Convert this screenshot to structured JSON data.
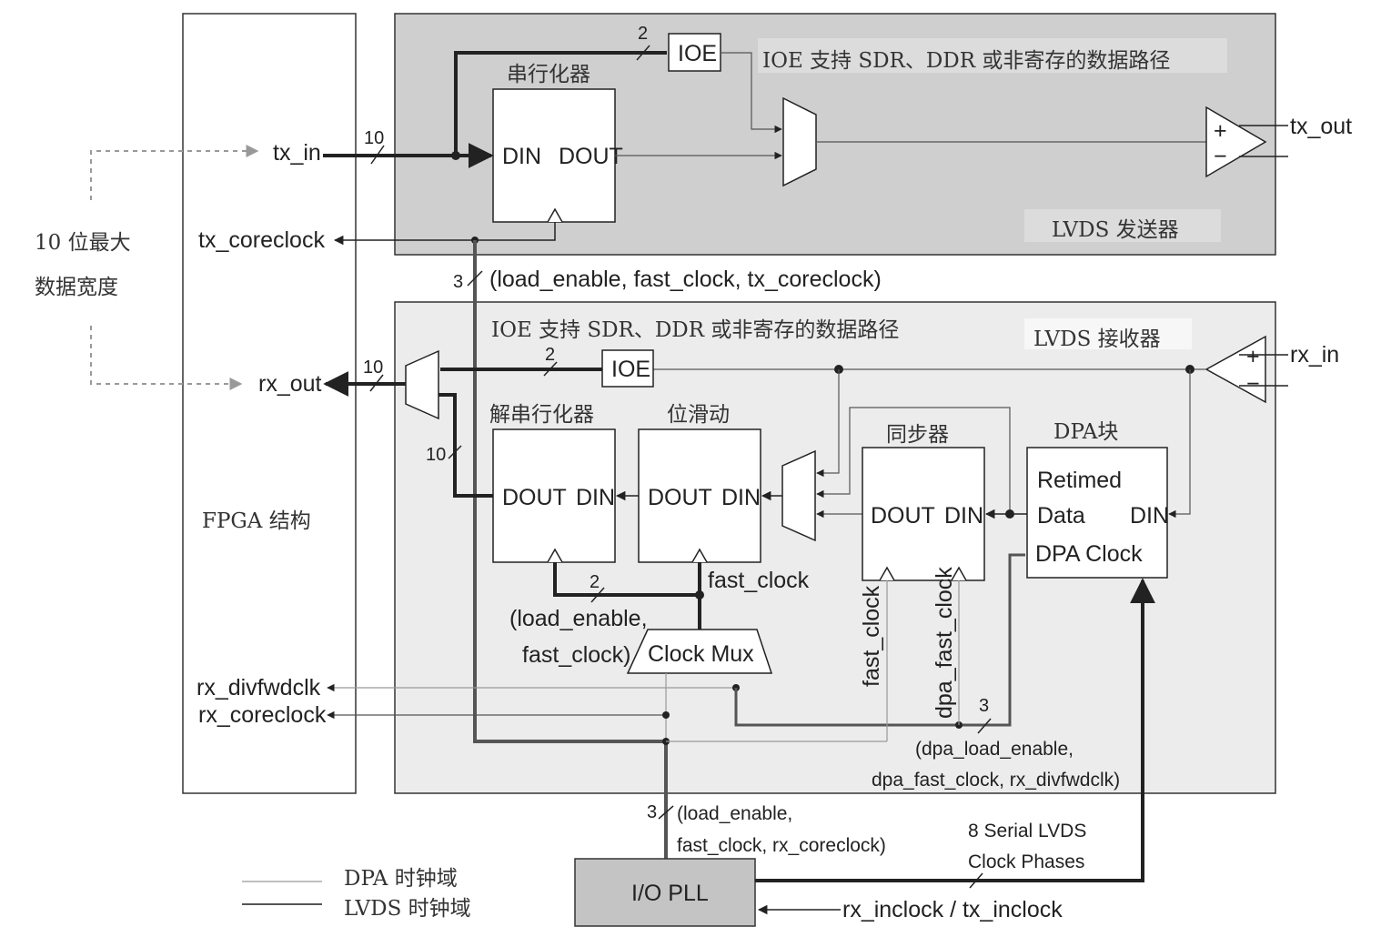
{
  "fpga": {
    "label": "FPGA 结构"
  },
  "width_note": {
    "line1": "10 位最大",
    "line2": "数据宽度"
  },
  "tx": {
    "title": "LVDS 发送器",
    "ioe_note": "IOE 支持 SDR、DDR 或非寄存的数据路径",
    "serializer": "串行化器",
    "ioe": "IOE",
    "din": "DIN",
    "dout": "DOUT",
    "tx_in": "tx_in",
    "tx_coreclock": "tx_coreclock",
    "tx_out": "tx_out",
    "bus_in": "10",
    "bus_ioe": "2",
    "bus_clk": "3",
    "clk_signals": "(load_enable, fast_clock, tx_coreclock)"
  },
  "rx": {
    "title": "LVDS 接收器",
    "ioe_note": "IOE 支持 SDR、DDR 或非寄存的数据路径",
    "ioe": "IOE",
    "deserializer": "解串行化器",
    "bitslip": "位滑动",
    "sync": "同步器",
    "dpa": "DPA块",
    "dout": "DOUT",
    "din": "DIN",
    "retimed": "Retimed",
    "data": "Data",
    "dpa_clock": "DPA Clock",
    "rx_out": "rx_out",
    "rx_in": "rx_in",
    "rx_divfwdclk": "rx_divfwdclk",
    "rx_coreclock": "rx_coreclock",
    "clock_mux": "Clock Mux",
    "fast_clock": "fast_clock",
    "fast_clock_v": "fast_clock",
    "dpa_fast_clock_v": "dpa_fast_clock",
    "load_enable_1": "(load_enable,",
    "load_enable_2": "fast_clock)",
    "bus_out": "10",
    "bus_ioe": "2",
    "bus_des": "10",
    "bus_mux": "2",
    "bus_dpa": "3",
    "dpa_signals_1": "(dpa_load_enable,",
    "dpa_signals_2": "dpa_fast_clock, rx_divfwdclk)"
  },
  "pll": {
    "label": "I/O PLL",
    "bus": "3",
    "signals_1": "(load_enable,",
    "signals_2": "fast_clock, rx_coreclock)",
    "serial_1": "8 Serial LVDS",
    "serial_2": "Clock Phases",
    "inclock": "rx_inclock / tx_inclock"
  },
  "legend": {
    "dpa": "DPA 时钟域",
    "lvds": "LVDS 时钟域"
  },
  "colors": {
    "tx_bg": "#cfcfcf",
    "rx_bg": "#ececec",
    "pll_bg": "#c4c4c4",
    "line": "#222222",
    "grey_line": "#8a8a8a"
  }
}
